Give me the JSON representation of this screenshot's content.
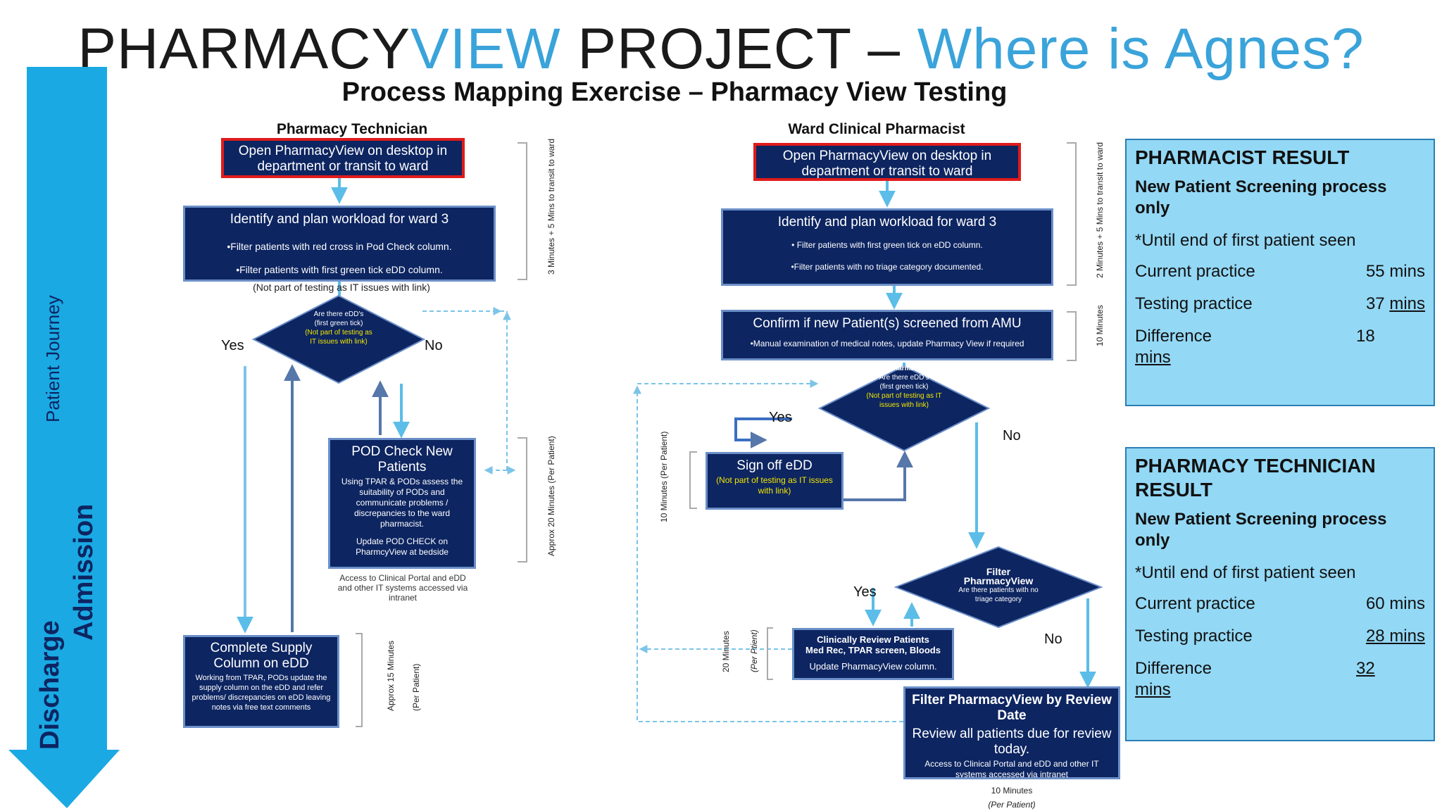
{
  "title": {
    "part1": "PHARMACY",
    "part2": "VIEW",
    "part3": " PROJECT – ",
    "part4": "Where is Agnes?"
  },
  "subtitle": "Process Mapping Exercise – Pharmacy View Testing",
  "sidebar": {
    "patient_journey": "Patient Journey",
    "admission": "Admission",
    "discharge": "Discharge"
  },
  "technician": {
    "lane_title": "Pharmacy Technician",
    "open": "Open PharmacyView on desktop in department or transit to ward",
    "identify_title": "Identify and plan workload for ward 3",
    "identify_b1": "•Filter patients with red cross in Pod Check column.",
    "identify_b2": "•Filter patients with first green tick eDD column.",
    "identify_note": "(Not part of testing as IT issues with link)",
    "time1": "3 Minutes + 5 Mins to transit to ward",
    "diamond_l1": "Are there eDD's",
    "diamond_l2": "(first green tick)",
    "diamond_l3": "(Not part of testing as IT issues with link)",
    "yes": "Yes",
    "no": "No",
    "pod_title": "POD Check New Patients",
    "pod_body": "Using TPAR & PODs assess the suitability of PODs and communicate problems / discrepancies to the ward pharmacist.",
    "pod_body2": "Update POD CHECK on PharmcyView at bedside",
    "pod_note": "Access to Clinical Portal and eDD and other IT systems accessed via intranet",
    "time2": "Approx 20 Minutes (Per Patient)",
    "supply_title": "Complete Supply Column on eDD",
    "supply_body": "Working from TPAR, PODs update the supply column on the eDD and refer problems/ discrepancies on eDD leaving notes via free text comments",
    "time3a": "Approx 15 Minutes",
    "time3b": "(Per Patient)"
  },
  "pharmacist": {
    "lane_title": "Ward Clinical Pharmacist",
    "open": "Open PharmacyView on desktop in department or transit to ward",
    "identify_title": "Identify and plan workload for ward 3",
    "identify_b1": "• Filter patients with first green tick on eDD column.",
    "identify_b2": "•Filter patients with no triage category documented.",
    "time1": "2 Minutes + 5 Mins to transit to ward",
    "confirm_title": "Confirm if new Patient(s) screened from AMU",
    "confirm_body": "•Manual examination of medical notes, update Pharmacy View if required",
    "time2": "10 Minutes",
    "d1_l1": "Filter PharmacyView",
    "d1_l2": "Are there eDD's",
    "d1_l3": "(first green tick)",
    "d1_l4": "(Not part of testing as IT issues with link)",
    "yes1": "Yes",
    "no1": "No",
    "signoff_title": "Sign off eDD",
    "signoff_note": "(Not part of testing as IT issues with link)",
    "time3": "10 Minutes (Per Patient)",
    "d2_l1": "Filter PharmacyView",
    "d2_l2": "Are there patients with no triage category",
    "yes2": "Yes",
    "no2": "No",
    "review_title": "Clinically Review Patients",
    "review_body": "Med Rec, TPAR screen, Bloods",
    "review_body2": "Update PharmacyView column.",
    "time4a": "20 Minutes",
    "time4b": "(Per Ptient)",
    "filter_title": "Filter PharmacyView by Review Date",
    "filter_body": "Review all patients due for review today.",
    "filter_note": "Access to Clinical Portal and eDD and other IT systems accessed via intranet",
    "time5": "10 Minutes",
    "time5b": "(Per Patient)"
  },
  "result1": {
    "heading": "PHARMACIST RESULT",
    "sub": "New Patient Screening process only",
    "until": "*Until end of first patient seen",
    "current_label": "Current practice",
    "current_value": "55 mins",
    "testing_label": "Testing practice",
    "testing_value_num": "37",
    "testing_value_unit": "mins",
    "diff_label": "Difference",
    "diff_value": "18",
    "diff_unit": "mins"
  },
  "result2": {
    "heading": "PHARMACY TECHNICIAN RESULT",
    "sub": "New Patient Screening process only",
    "until": "*Until end of first patient seen",
    "current_label": "Current practice",
    "current_value": "60 mins",
    "testing_label": "Testing practice",
    "testing_value": "28 mins",
    "diff_label": "Difference",
    "diff_value": "32",
    "diff_unit": "mins"
  },
  "colors": {
    "navy": "#0d2561",
    "sky": "#3aa3da",
    "panel": "#93d8f5",
    "red": "#e01b1b"
  }
}
